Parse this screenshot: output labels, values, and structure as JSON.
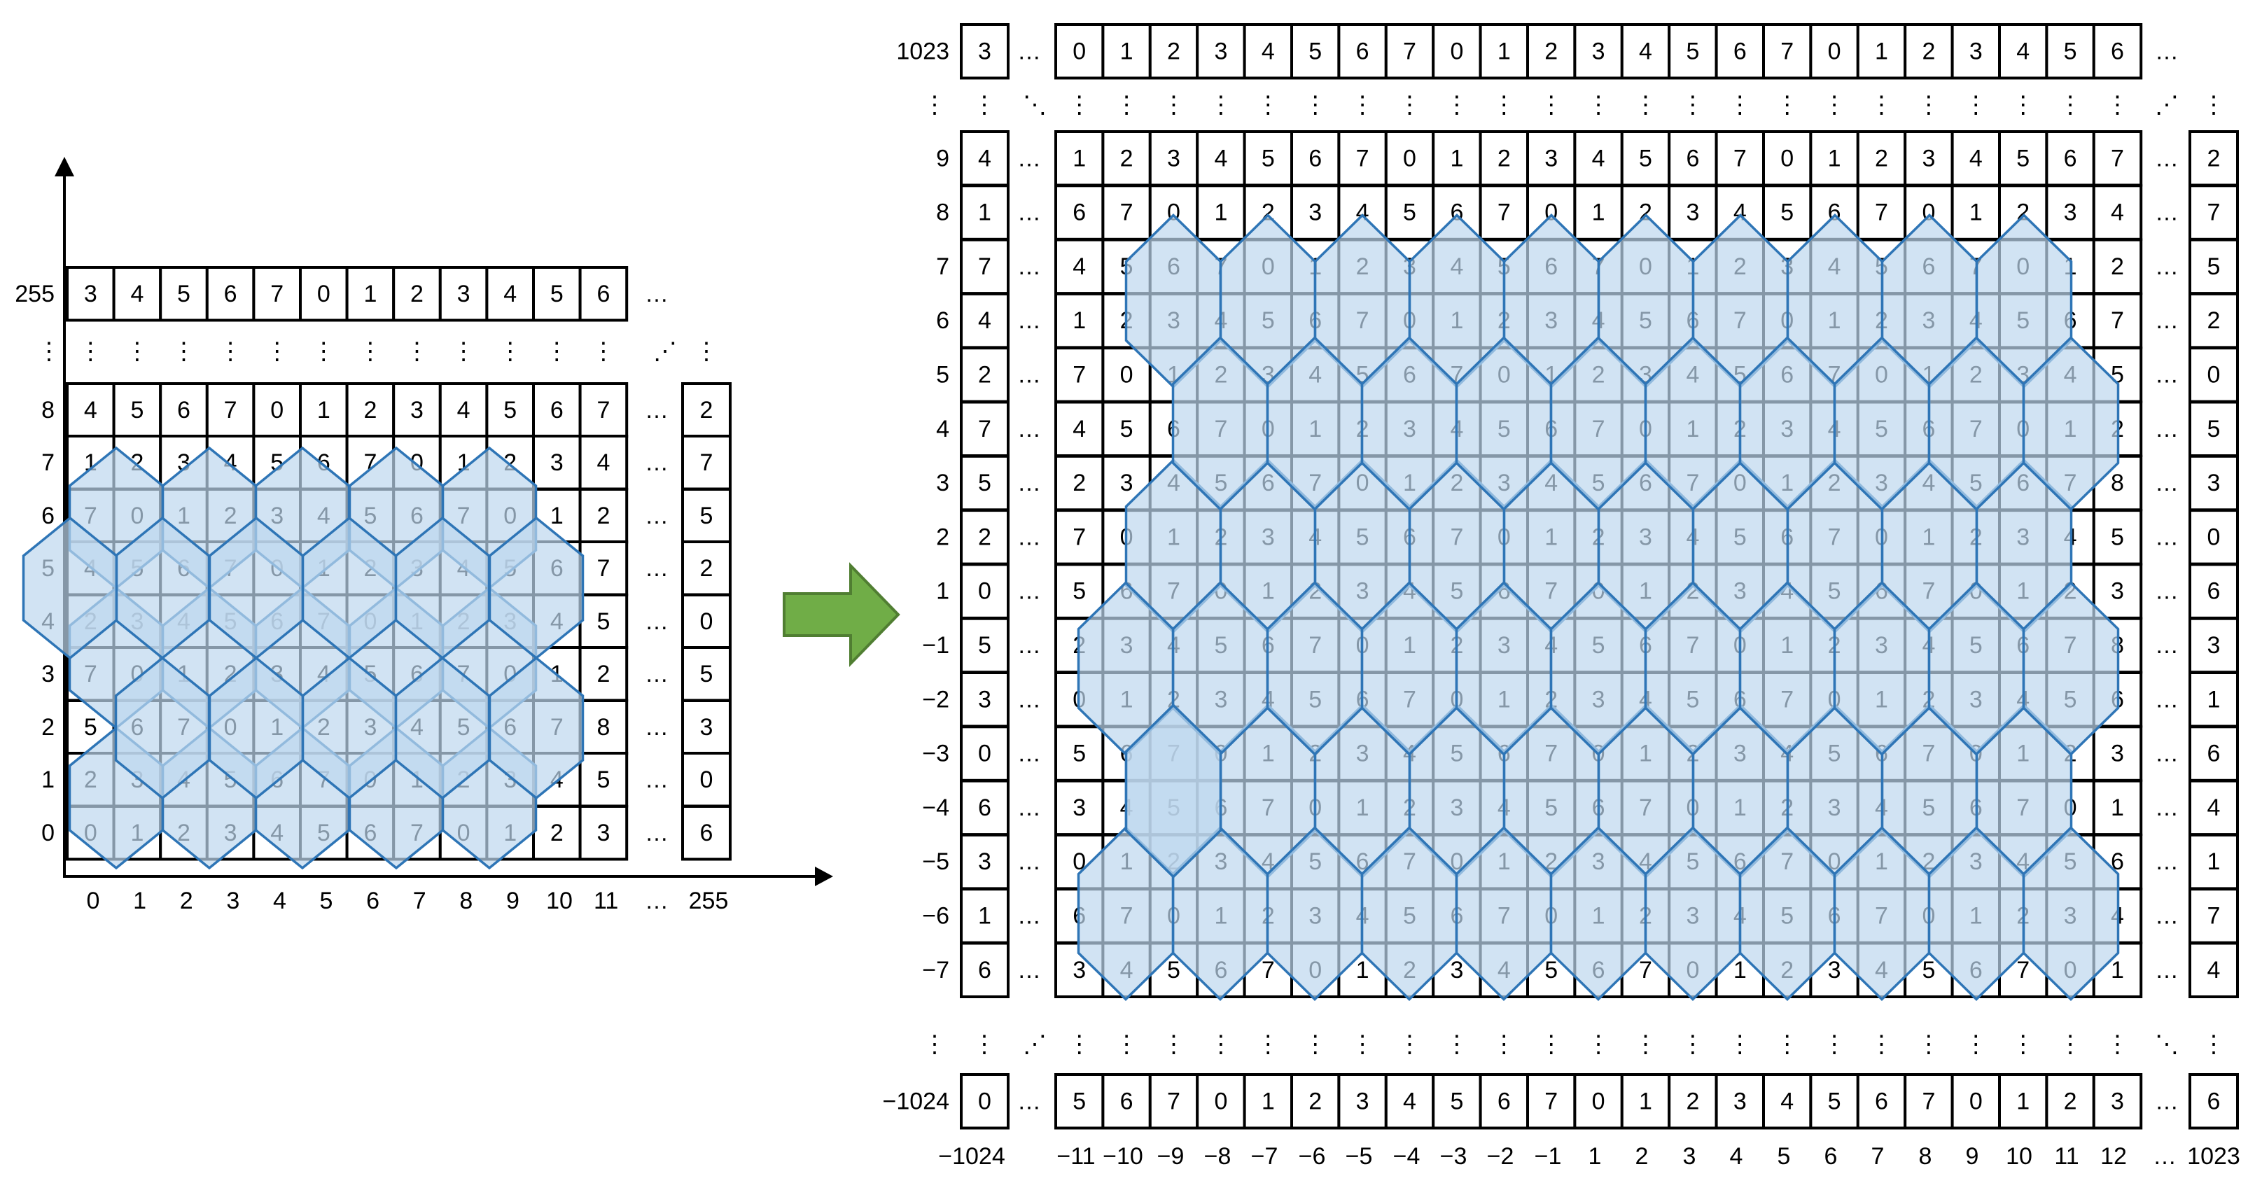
{
  "left_grid": {
    "rows": [
      {
        "label": "255",
        "cells": [
          "3",
          "4",
          "5",
          "6",
          "7",
          "0",
          "1",
          "2",
          "3",
          "4",
          "5",
          "6"
        ],
        "right": null
      },
      {
        "label": "8",
        "cells": [
          "4",
          "5",
          "6",
          "7",
          "0",
          "1",
          "2",
          "3",
          "4",
          "5",
          "6",
          "7"
        ],
        "right": "2"
      },
      {
        "label": "7",
        "cells": [
          "1",
          "2",
          "3",
          "4",
          "5",
          "6",
          "7",
          "0",
          "1",
          "2",
          "3",
          "4"
        ],
        "right": "7"
      },
      {
        "label": "6",
        "cells": [
          "7",
          "0",
          "1",
          "2",
          "3",
          "4",
          "5",
          "6",
          "7",
          "0",
          "1",
          "2"
        ],
        "right": "5"
      },
      {
        "label": "5",
        "cells": [
          "4",
          "5",
          "6",
          "7",
          "0",
          "1",
          "2",
          "3",
          "4",
          "5",
          "6",
          "7"
        ],
        "right": "2"
      },
      {
        "label": "4",
        "cells": [
          "2",
          "3",
          "4",
          "5",
          "6",
          "7",
          "0",
          "1",
          "2",
          "3",
          "4",
          "5"
        ],
        "right": "0"
      },
      {
        "label": "3",
        "cells": [
          "7",
          "0",
          "1",
          "2",
          "3",
          "4",
          "5",
          "6",
          "7",
          "0",
          "1",
          "2"
        ],
        "right": "5"
      },
      {
        "label": "2",
        "cells": [
          "5",
          "6",
          "7",
          "0",
          "1",
          "2",
          "3",
          "4",
          "5",
          "6",
          "7",
          "8"
        ],
        "right": "3"
      },
      {
        "label": "1",
        "cells": [
          "2",
          "3",
          "4",
          "5",
          "6",
          "7",
          "0",
          "1",
          "2",
          "3",
          "4",
          "5"
        ],
        "right": "0"
      },
      {
        "label": "0",
        "cells": [
          "0",
          "1",
          "2",
          "3",
          "4",
          "5",
          "6",
          "7",
          "0",
          "1",
          "2",
          "3"
        ],
        "right": "6"
      }
    ],
    "x_labels": [
      "0",
      "1",
      "2",
      "3",
      "4",
      "5",
      "6",
      "7",
      "8",
      "9",
      "10",
      "11",
      "…",
      "255"
    ],
    "ellipsis": "…",
    "vdots": "⋮",
    "ddots": "⋰"
  },
  "right_grid": {
    "top_row": {
      "label": "1023",
      "first": "3",
      "cells": [
        "0",
        "1",
        "2",
        "3",
        "4",
        "5",
        "6",
        "7",
        "0",
        "1",
        "2",
        "3",
        "4",
        "5",
        "6",
        "7",
        "0",
        "1",
        "2",
        "3",
        "4",
        "5",
        "6"
      ]
    },
    "rows": [
      {
        "label": "9",
        "first": "4",
        "cells": [
          "1",
          "2",
          "3",
          "4",
          "5",
          "6",
          "7",
          "0",
          "1",
          "2",
          "3",
          "4",
          "5",
          "6",
          "7",
          "0",
          "1",
          "2",
          "3",
          "4",
          "5",
          "6",
          "7"
        ],
        "right": "2"
      },
      {
        "label": "8",
        "first": "1",
        "cells": [
          "6",
          "7",
          "0",
          "1",
          "2",
          "3",
          "4",
          "5",
          "6",
          "7",
          "0",
          "1",
          "2",
          "3",
          "4",
          "5",
          "6",
          "7",
          "0",
          "1",
          "2",
          "3",
          "4"
        ],
        "right": "7"
      },
      {
        "label": "7",
        "first": "7",
        "cells": [
          "4",
          "5",
          "6",
          "7",
          "0",
          "1",
          "2",
          "3",
          "4",
          "5",
          "6",
          "7",
          "0",
          "1",
          "2",
          "3",
          "4",
          "5",
          "6",
          "7",
          "0",
          "1",
          "2"
        ],
        "right": "5"
      },
      {
        "label": "6",
        "first": "4",
        "cells": [
          "1",
          "2",
          "3",
          "4",
          "5",
          "6",
          "7",
          "0",
          "1",
          "2",
          "3",
          "4",
          "5",
          "6",
          "7",
          "0",
          "1",
          "2",
          "3",
          "4",
          "5",
          "6",
          "7"
        ],
        "right": "2"
      },
      {
        "label": "5",
        "first": "2",
        "cells": [
          "7",
          "0",
          "1",
          "2",
          "3",
          "4",
          "5",
          "6",
          "7",
          "0",
          "1",
          "2",
          "3",
          "4",
          "5",
          "6",
          "7",
          "0",
          "1",
          "2",
          "3",
          "4",
          "5"
        ],
        "right": "0"
      },
      {
        "label": "4",
        "first": "7",
        "cells": [
          "4",
          "5",
          "6",
          "7",
          "0",
          "1",
          "2",
          "3",
          "4",
          "5",
          "6",
          "7",
          "0",
          "1",
          "2",
          "3",
          "4",
          "5",
          "6",
          "7",
          "0",
          "1",
          "2"
        ],
        "right": "5"
      },
      {
        "label": "3",
        "first": "5",
        "cells": [
          "2",
          "3",
          "4",
          "5",
          "6",
          "7",
          "0",
          "1",
          "2",
          "3",
          "4",
          "5",
          "6",
          "7",
          "0",
          "1",
          "2",
          "3",
          "4",
          "5",
          "6",
          "7",
          "8"
        ],
        "right": "3"
      },
      {
        "label": "2",
        "first": "2",
        "cells": [
          "7",
          "0",
          "1",
          "2",
          "3",
          "4",
          "5",
          "6",
          "7",
          "0",
          "1",
          "2",
          "3",
          "4",
          "5",
          "6",
          "7",
          "0",
          "1",
          "2",
          "3",
          "4",
          "5"
        ],
        "right": "0"
      },
      {
        "label": "1",
        "first": "0",
        "cells": [
          "5",
          "6",
          "7",
          "0",
          "1",
          "2",
          "3",
          "4",
          "5",
          "6",
          "7",
          "0",
          "1",
          "2",
          "3",
          "4",
          "5",
          "6",
          "7",
          "0",
          "1",
          "2",
          "3"
        ],
        "right": "6"
      },
      {
        "label": "−1",
        "first": "5",
        "cells": [
          "2",
          "3",
          "4",
          "5",
          "6",
          "7",
          "0",
          "1",
          "2",
          "3",
          "4",
          "5",
          "6",
          "7",
          "0",
          "1",
          "2",
          "3",
          "4",
          "5",
          "6",
          "7",
          "8"
        ],
        "right": "3"
      },
      {
        "label": "−2",
        "first": "3",
        "cells": [
          "0",
          "1",
          "2",
          "3",
          "4",
          "5",
          "6",
          "7",
          "0",
          "1",
          "2",
          "3",
          "4",
          "5",
          "6",
          "7",
          "0",
          "1",
          "2",
          "3",
          "4",
          "5",
          "6"
        ],
        "right": "1"
      },
      {
        "label": "−3",
        "first": "0",
        "cells": [
          "5",
          "6",
          "7",
          "0",
          "1",
          "2",
          "3",
          "4",
          "5",
          "6",
          "7",
          "0",
          "1",
          "2",
          "3",
          "4",
          "5",
          "6",
          "7",
          "0",
          "1",
          "2",
          "3"
        ],
        "right": "6"
      },
      {
        "label": "−4",
        "first": "6",
        "cells": [
          "3",
          "4",
          "5",
          "6",
          "7",
          "0",
          "1",
          "2",
          "3",
          "4",
          "5",
          "6",
          "7",
          "0",
          "1",
          "2",
          "3",
          "4",
          "5",
          "6",
          "7",
          "0",
          "1"
        ],
        "right": "4"
      },
      {
        "label": "−5",
        "first": "3",
        "cells": [
          "0",
          "1",
          "2",
          "3",
          "4",
          "5",
          "6",
          "7",
          "0",
          "1",
          "2",
          "3",
          "4",
          "5",
          "6",
          "7",
          "0",
          "1",
          "2",
          "3",
          "4",
          "5",
          "6"
        ],
        "right": "1"
      },
      {
        "label": "−6",
        "first": "1",
        "cells": [
          "6",
          "7",
          "0",
          "1",
          "2",
          "3",
          "4",
          "5",
          "6",
          "7",
          "0",
          "1",
          "2",
          "3",
          "4",
          "5",
          "6",
          "7",
          "0",
          "1",
          "2",
          "3",
          "4"
        ],
        "right": "7"
      },
      {
        "label": "−7",
        "first": "6",
        "cells": [
          "3",
          "4",
          "5",
          "6",
          "7",
          "0",
          "1",
          "2",
          "3",
          "4",
          "5",
          "6",
          "7",
          "0",
          "1",
          "2",
          "3",
          "4",
          "5",
          "6",
          "7",
          "0",
          "1"
        ],
        "right": "4"
      }
    ],
    "bottom_row": {
      "label": "−1024",
      "first": "0",
      "cells": [
        "5",
        "6",
        "7",
        "0",
        "1",
        "2",
        "3",
        "4",
        "5",
        "6",
        "7",
        "0",
        "1",
        "2",
        "3",
        "4",
        "5",
        "6",
        "7",
        "0",
        "1",
        "2",
        "3"
      ],
      "right": "6"
    },
    "x_labels": [
      "−1024",
      "−11",
      "−10",
      "−9",
      "−8",
      "−7",
      "−6",
      "−5",
      "−4",
      "−3",
      "−2",
      "−1",
      "1",
      "2",
      "3",
      "4",
      "5",
      "6",
      "7",
      "8",
      "9",
      "10",
      "11",
      "12",
      "…",
      "1023"
    ],
    "ellipsis": "…",
    "vdots": "⋮",
    "ddots_a": "⋱",
    "ddots_b": "⋰"
  },
  "colors": {
    "grid_line": "#000000",
    "hex_fill": "#bdd7ee",
    "hex_stroke": "#2e75b6",
    "arrow_fill": "#70ad47",
    "arrow_stroke": "#507e32"
  }
}
